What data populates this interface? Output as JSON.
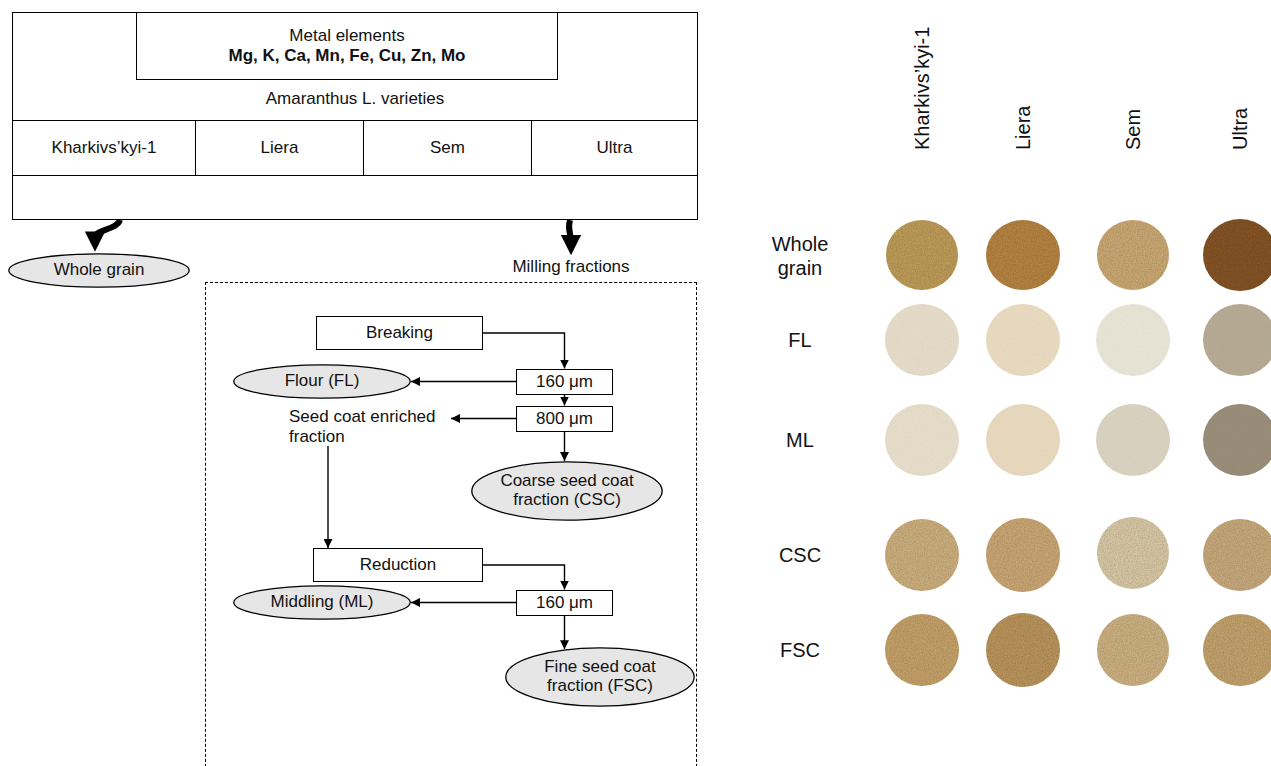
{
  "diagram": {
    "nodes": [
      {
        "text": [
          "Amaranthus L. varieties"
        ]
      },
      {
        "text": [
          "Metal elements",
          "Mg, K, Ca, Mn, Fe, Cu, Zn, Mo"
        ],
        "in": 0
      },
      {
        "text": [
          "Kharkivs’kyi-1"
        ],
        "in": 0
      },
      {
        "text": [
          "Liera"
        ],
        "in": 0
      },
      {
        "text": [
          "Sem"
        ],
        "in": 0
      },
      {
        "text": [
          "Ultra"
        ],
        "in": 0
      },
      {
        "text": [
          "Whole grain"
        ]
      },
      {
        "text": [
          "Milling fractions"
        ]
      },
      {
        "text": [
          "Breaking"
        ],
        "in": 7
      },
      {
        "text": [
          "Flour (FL)"
        ],
        "in": 7
      },
      {
        "text": [
          "160 μm"
        ],
        "in": 7
      },
      {
        "text": [
          "Seed coat enriched fraction"
        ],
        "in": 7
      },
      {
        "text": [
          "800 μm"
        ],
        "in": 7
      },
      {
        "text": [
          "Coarse seed coat fraction (CSC)"
        ],
        "in": 7
      },
      {
        "text": [
          "Reduction"
        ],
        "in": 7
      },
      {
        "text": [
          "Middling (ML)"
        ],
        "in": 7
      },
      {
        "text": [
          "160 μm"
        ],
        "in": 7
      },
      {
        "text": [
          "Fine seed coat fraction (FSC)"
        ],
        "in": 7
      }
    ],
    "edges": [
      {
        "from": 0,
        "to": 6,
        "arrow": "to"
      },
      {
        "from": 0,
        "to": 7,
        "arrow": "to"
      },
      {
        "from": 8,
        "to": 10,
        "arrow": "to"
      },
      {
        "from": 10,
        "to": 9,
        "arrow": "to"
      },
      {
        "from": 10,
        "to": 12,
        "arrow": "to"
      },
      {
        "from": 12,
        "to": 11,
        "arrow": "to"
      },
      {
        "from": 12,
        "to": 13,
        "arrow": "to"
      },
      {
        "from": 11,
        "to": 14,
        "arrow": "to"
      },
      {
        "from": 14,
        "to": 16,
        "arrow": "to"
      },
      {
        "from": 16,
        "to": 15,
        "arrow": "to"
      },
      {
        "from": 16,
        "to": 17,
        "arrow": "to"
      }
    ],
    "labels": [
      "Kharkivs’kyi-1",
      "Liera",
      "Sem",
      "Ultra",
      "Whole grain",
      "FL",
      "ML",
      "CSC",
      "FSC"
    ]
  }
}
